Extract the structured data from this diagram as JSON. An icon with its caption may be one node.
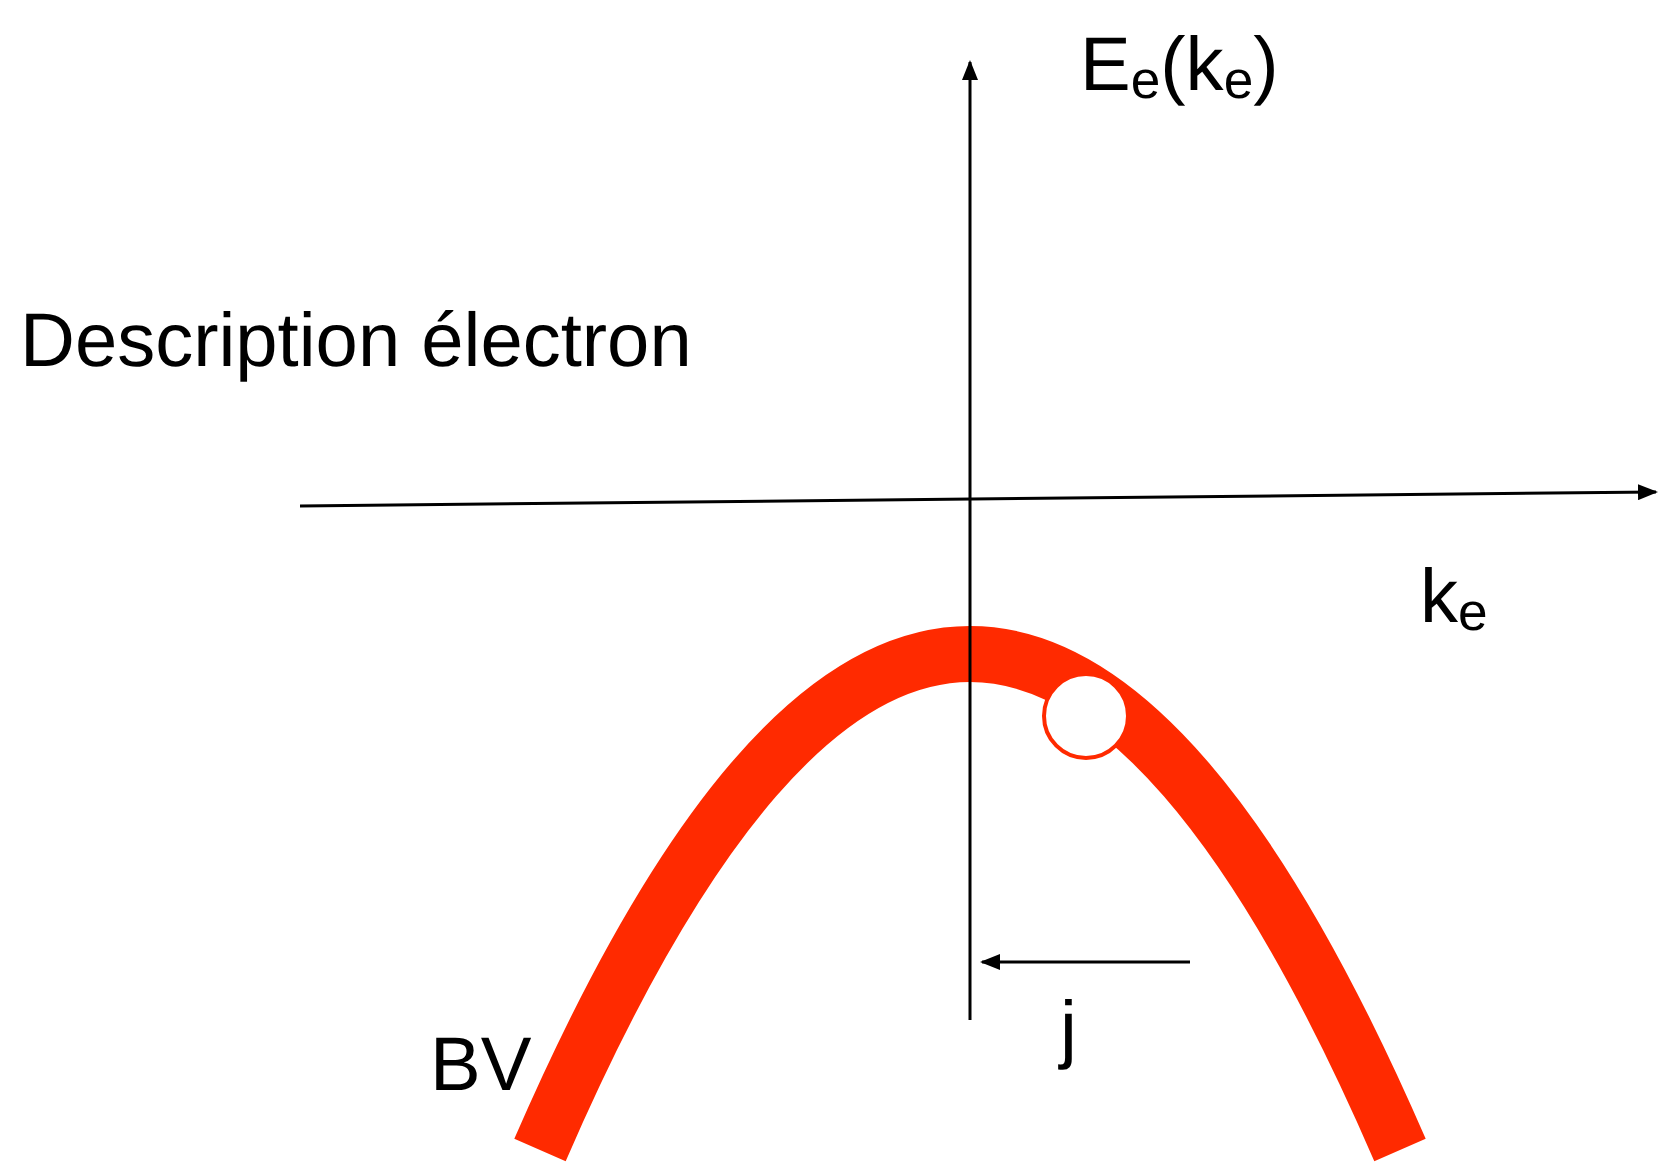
{
  "diagram": {
    "labels": [
      "E$_{e}$(k$_{e}$)",
      "Description électron",
      "k$_{e}$",
      "BV",
      "j"
    ]
  }
}
